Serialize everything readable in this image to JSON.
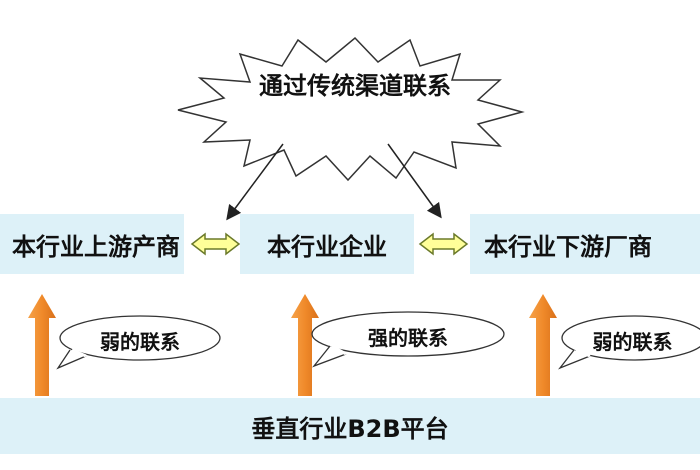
{
  "burst": {
    "label": "通过传统渠道联系"
  },
  "nodes": {
    "upstream": "本行业上游产商",
    "enterprise": "本行业企业",
    "downstream": "本行业下游厂商",
    "platform": "垂直行业B2B平台"
  },
  "links": {
    "weak_left": "弱的联系",
    "strong": "强的联系",
    "weak_right": "弱的联系"
  },
  "colors": {
    "box_fill": "#ddf1f8",
    "arrow_orange": "#f08a2a",
    "double_arrow_fill": "#ffff99",
    "double_arrow_stroke": "#6b7a2a"
  }
}
